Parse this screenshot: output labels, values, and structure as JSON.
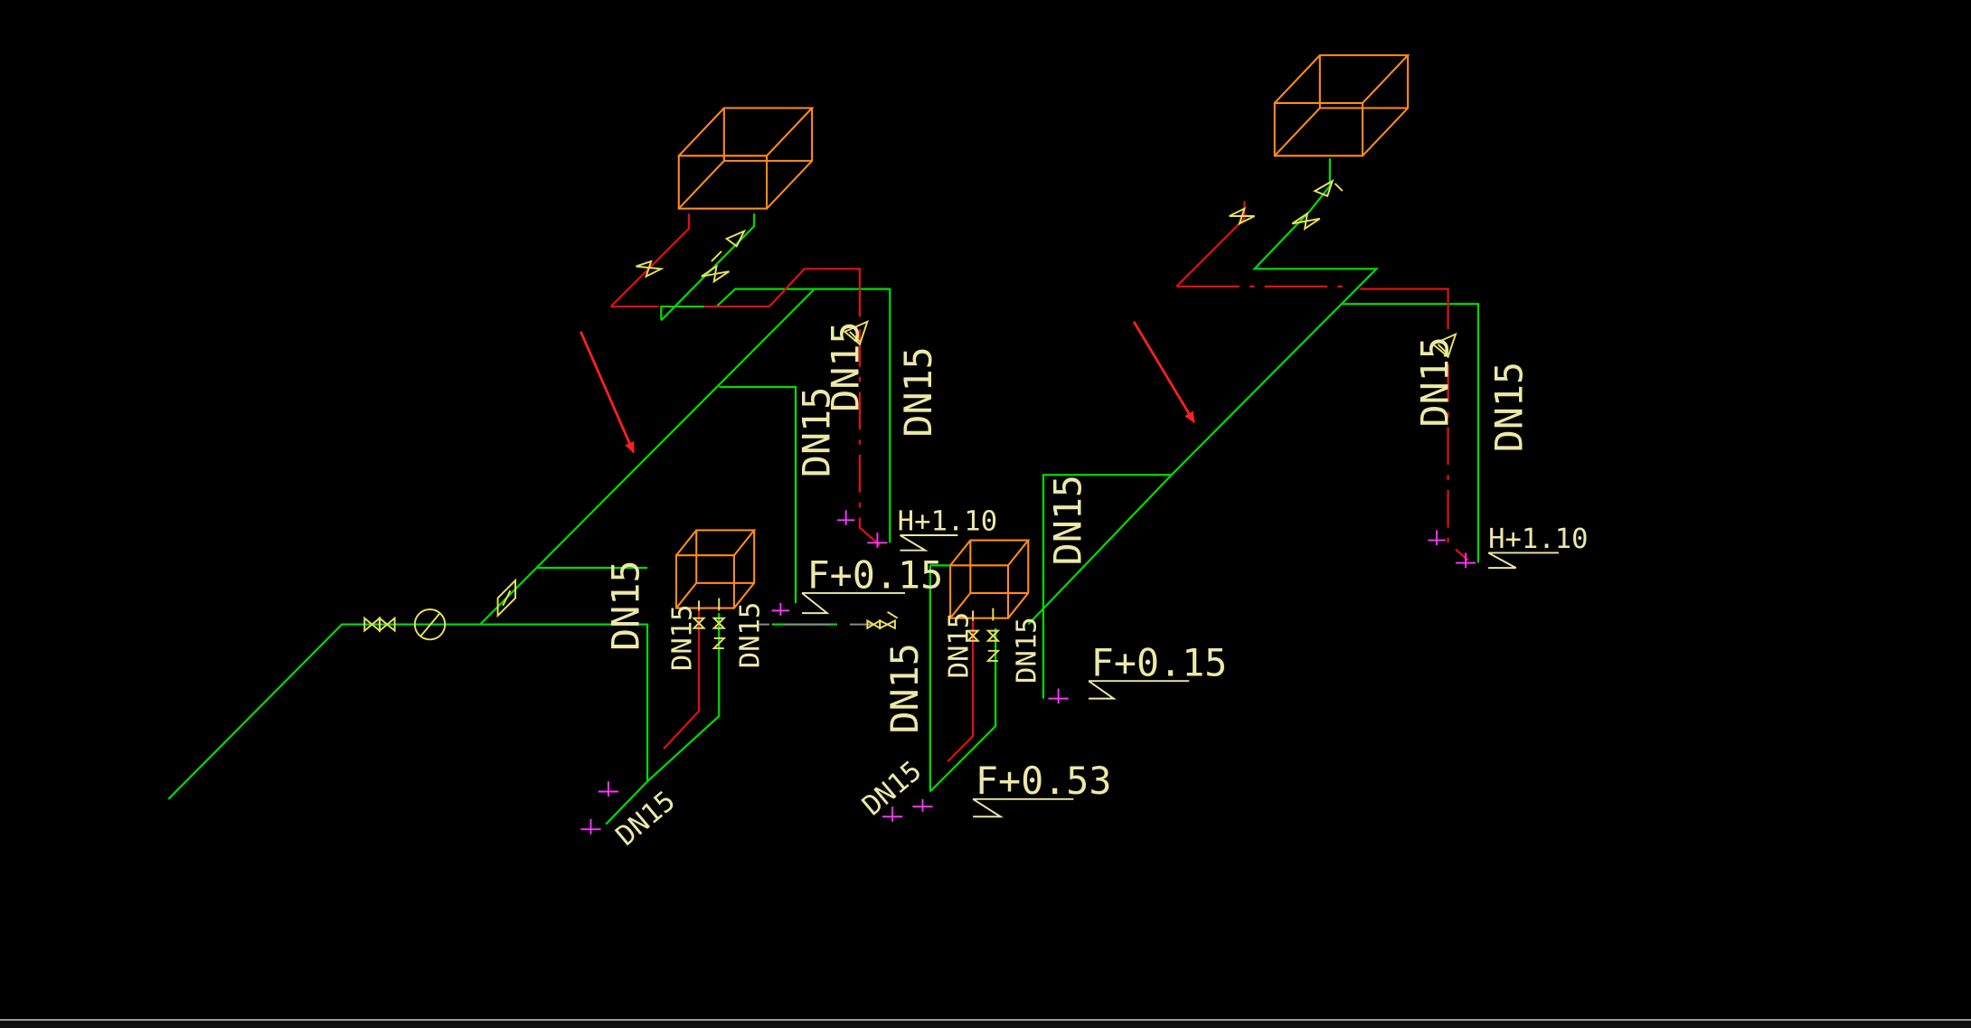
{
  "colors": {
    "background": "#000000",
    "supply_pipe": "#00dc00",
    "return_pipe": "#e01010",
    "equipment": "#ff8c1a",
    "valve": "#e8e060",
    "label": "#ece8a8",
    "marker": "#ff33ff",
    "pointer": "#ff2020"
  },
  "labels": {
    "dn15": "DN15",
    "h_110": "H+1.10",
    "f_015": "F+0.15",
    "f_053": "F+0.53"
  },
  "icons": [
    "gate-valve-icon",
    "meter-icon",
    "strainer-icon",
    "pointer-arrow-icon"
  ]
}
